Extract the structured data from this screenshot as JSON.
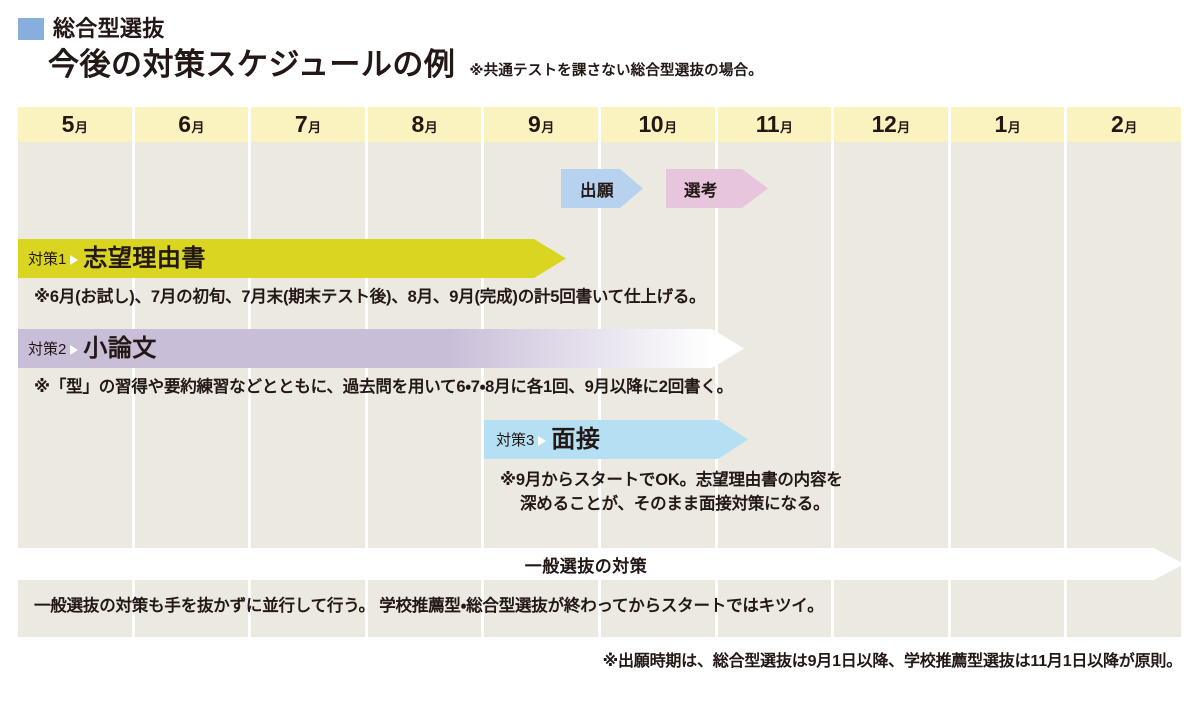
{
  "header": {
    "kicker": "総合型選抜",
    "kicker_color": "#88aedd",
    "title": "今後の対策スケジュールの例",
    "title_note": "※共通テストを課さない総合型選抜の場合。"
  },
  "timeline": {
    "month_unit": "月",
    "months": [
      "5",
      "6",
      "7",
      "8",
      "9",
      "10",
      "11",
      "12",
      "1",
      "2"
    ]
  },
  "bars": {
    "shutsugan": {
      "label": "出願",
      "color": "#b6d2ee"
    },
    "senko": {
      "label": "選考",
      "color": "#e7c6dd"
    },
    "taisaku1": {
      "tag": "対策1",
      "title": "志望理由書",
      "color": "#d9d520"
    },
    "taisaku2": {
      "tag": "対策2",
      "title": "小論文",
      "color": "#c9bed8"
    },
    "taisaku3": {
      "tag": "対策3",
      "title": "面接",
      "color": "#b5dff2"
    },
    "ippan": {
      "title": "一般選抜の対策",
      "color": "#ffffff"
    }
  },
  "notes": {
    "note1": "※6月(お試し)、7月の初旬、7月末(期末テスト後)、8月、9月(完成)の計5回書いて仕上げる。",
    "note2": "※「型」の習得や要約練習などとともに、過去問を用いて6・7・8月に各1回、9月以降に2回書く。",
    "note3_line1": "※9月からスタートでOK。志望理由書の内容を",
    "note3_line2": "深めることが、そのまま面接対策になる。",
    "note4": "一般選抜の対策も手を抜かずに並行して行う。 学校推薦型・総合型選抜が終わってからスタートではキツイ。"
  },
  "footer": {
    "note": "※出願時期は、総合型選抜は9月1日以降、学校推薦型選抜は11月1日以降が原則。"
  },
  "chart_data": {
    "type": "table",
    "title": "今後の対策スケジュールの例",
    "subtitle": "※共通テストを課さない総合型選抜の場合。",
    "xlabel": "月",
    "categories": [
      "5月",
      "6月",
      "7月",
      "8月",
      "9月",
      "10月",
      "11月",
      "12月",
      "1月",
      "2月"
    ],
    "grid": true,
    "legend_position": "none",
    "series": [
      {
        "name": "出願",
        "start_month": "9月",
        "end_month": "10月",
        "color": "#b6d2ee"
      },
      {
        "name": "選考",
        "start_month": "10月",
        "end_month": "11月",
        "color": "#e7c6dd"
      },
      {
        "name": "対策1 志望理由書",
        "start_month": "5月",
        "end_month": "9月",
        "color": "#d9d520"
      },
      {
        "name": "対策2 小論文",
        "start_month": "5月",
        "end_month": "11月",
        "color": "#c9bed8"
      },
      {
        "name": "対策3 面接",
        "start_month": "9月",
        "end_month": "11月",
        "color": "#b5dff2"
      },
      {
        "name": "一般選抜の対策",
        "start_month": "5月",
        "end_month": "2月",
        "color": "#ffffff"
      }
    ]
  }
}
